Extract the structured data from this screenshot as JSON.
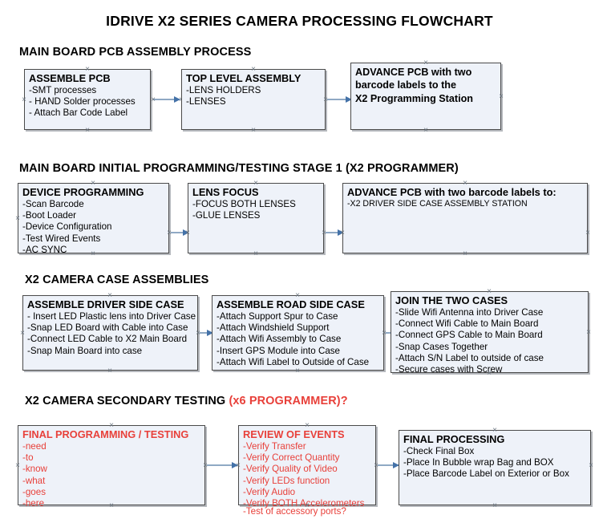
{
  "document": {
    "title": "IDRIVE X2  SERIES CAMERA PROCESSING FLOWCHART"
  },
  "sections": [
    {
      "id": "main-board-pcb-assembly",
      "heading": "MAIN BOARD PCB ASSEMBLY PROCESS",
      "heading_accent": "",
      "nodes": [
        {
          "id": "assemble-pcb",
          "title": "ASSEMBLE PCB",
          "lines": [
            "-SMT processes",
            "- HAND Solder processes",
            "- Attach Bar Code Label"
          ]
        },
        {
          "id": "top-level-assembly",
          "title": "TOP LEVEL ASSEMBLY",
          "lines": [
            "-LENS HOLDERS",
            "-LENSES"
          ]
        },
        {
          "id": "advance-pcb-programming-station",
          "title": "",
          "lines": [
            "ADVANCE PCB with two",
            "barcode labels to the",
            " X2 Programming Station"
          ]
        }
      ]
    },
    {
      "id": "main-board-initial-programming",
      "heading": "MAIN BOARD INITIAL PROGRAMMING/TESTING STAGE 1 (X2 PROGRAMMER)",
      "heading_accent": "",
      "nodes": [
        {
          "id": "device-programming",
          "title": "DEVICE PROGRAMMING",
          "lines": [
            "-Scan Barcode",
            "-Boot Loader",
            "-Device Configuration",
            "-Test Wired Events",
            "-AC SYNC"
          ]
        },
        {
          "id": "lens-focus",
          "title": "LENS FOCUS",
          "lines": [
            "-FOCUS BOTH LENSES",
            "-GLUE LENSES"
          ]
        },
        {
          "id": "advance-pcb-driver-side-case",
          "title": "ADVANCE PCB with two barcode labels to:",
          "lines": [
            "-X2 DRIVER  SIDE  CASE  ASSEMBLY STATION"
          ]
        }
      ]
    },
    {
      "id": "x2-camera-case-assemblies",
      "heading": "X2 CAMERA CASE ASSEMBLIES",
      "heading_accent": "",
      "nodes": [
        {
          "id": "assemble-driver-side-case",
          "title": "ASSEMBLE DRIVER SIDE CASE",
          "lines": [
            "- Insert LED Plastic lens into Driver Case",
            "-Snap LED Board with Cable into Case",
            "-Connect LED Cable to X2 Main Board",
            "-Snap Main Board into case"
          ]
        },
        {
          "id": "assemble-road-side-case",
          "title": "ASSEMBLE ROAD SIDE CASE",
          "lines": [
            "-Attach Support Spur to Case",
            "-Attach Windshield Support",
            "-Attach Wifi Assembly to Case",
            "-Insert GPS Module into Case",
            "-Attach Wifi Label to Outside of Case"
          ]
        },
        {
          "id": "join-the-two-cases",
          "title": "JOIN THE TWO CASES",
          "lines": [
            "-Slide Wifi Antenna into Driver Case",
            "-Connect Wifi Cable to Main Board",
            "-Connect GPS Cable to Main Board",
            "-Snap Cases Together",
            "-Attach S/N Label to outside of case",
            "-Secure cases with Screw"
          ]
        }
      ]
    },
    {
      "id": "x2-camera-secondary-testing",
      "heading": "X2 CAMERA SECONDARY TESTING",
      "heading_accent": "(x6 PROGRAMMER)?",
      "nodes": [
        {
          "id": "final-programming-testing",
          "title": "FINAL PROGRAMMING / TESTING",
          "lines": [
            "-need",
            "-to",
            "-know",
            "-what",
            "-goes",
            "-here"
          ]
        },
        {
          "id": "review-of-events",
          "title": "REVIEW OF EVENTS",
          "lines": [
            "-Verify Transfer",
            "-Verify Correct Quantity",
            "-Verify Quality of Video",
            "-Verify LEDs function",
            "-Verify Audio",
            "-Verify BOTH Accelerometers"
          ],
          "overflow_line": "-Test of accessory ports?"
        },
        {
          "id": "final-processing",
          "title": "FINAL PROCESSING",
          "lines": [
            " -Check Final Box",
            "-Place In Bubble wrap Bag and BOX",
            "-Place Barcode Label on Exterior or Box"
          ]
        }
      ]
    }
  ],
  "colors": {
    "node_fill": "#eef2f9",
    "node_border": "#4a4a4a",
    "connector": "#8fa9c4",
    "arrowhead": "#4472a8",
    "accent_red": "#e8403a",
    "text": "#000000"
  }
}
